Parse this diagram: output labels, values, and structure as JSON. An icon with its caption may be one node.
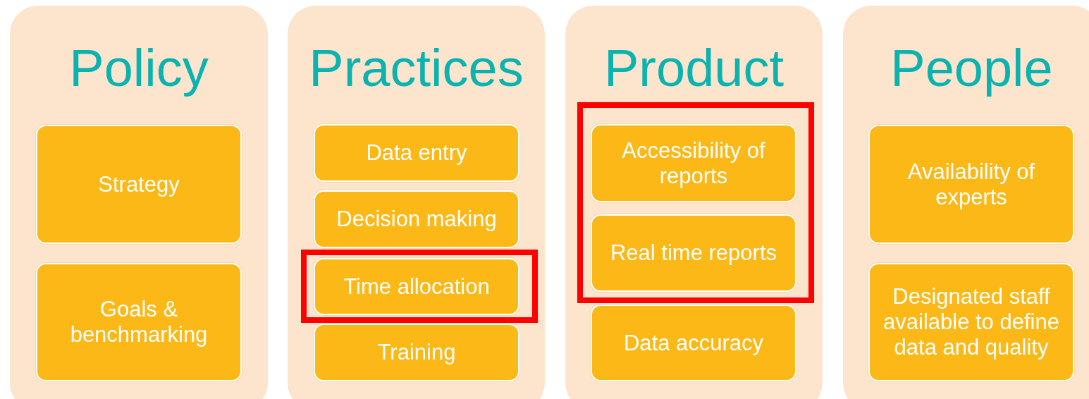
{
  "diagram": {
    "nodes": [
      {
        "text": [
          "Policy"
        ]
      },
      {
        "text": [
          "Strategy"
        ],
        "in": 0
      },
      {
        "text": [
          "Goals & benchmarking"
        ],
        "in": 0
      },
      {
        "text": [
          "Practices"
        ]
      },
      {
        "text": [
          "Data entry"
        ],
        "in": 3
      },
      {
        "text": [
          "Decision making"
        ],
        "in": 3
      },
      {
        "text": [],
        "shape": "box",
        "in": 3
      },
      {
        "text": [
          "Time allocation"
        ],
        "in": 6
      },
      {
        "text": [
          "Training"
        ],
        "in": 3
      },
      {
        "text": [
          "Product"
        ]
      },
      {
        "text": [],
        "shape": "box",
        "in": 9
      },
      {
        "text": [
          "Accessibility of reports"
        ],
        "in": 10
      },
      {
        "text": [
          "Real time reports"
        ],
        "in": 10
      },
      {
        "text": [
          "Data accuracy"
        ],
        "in": 9
      },
      {
        "text": [
          "People"
        ]
      },
      {
        "text": [
          "Availability of experts"
        ],
        "in": 14
      },
      {
        "text": [
          "Designated staff available to define data and quality"
        ],
        "in": 14
      }
    ]
  }
}
